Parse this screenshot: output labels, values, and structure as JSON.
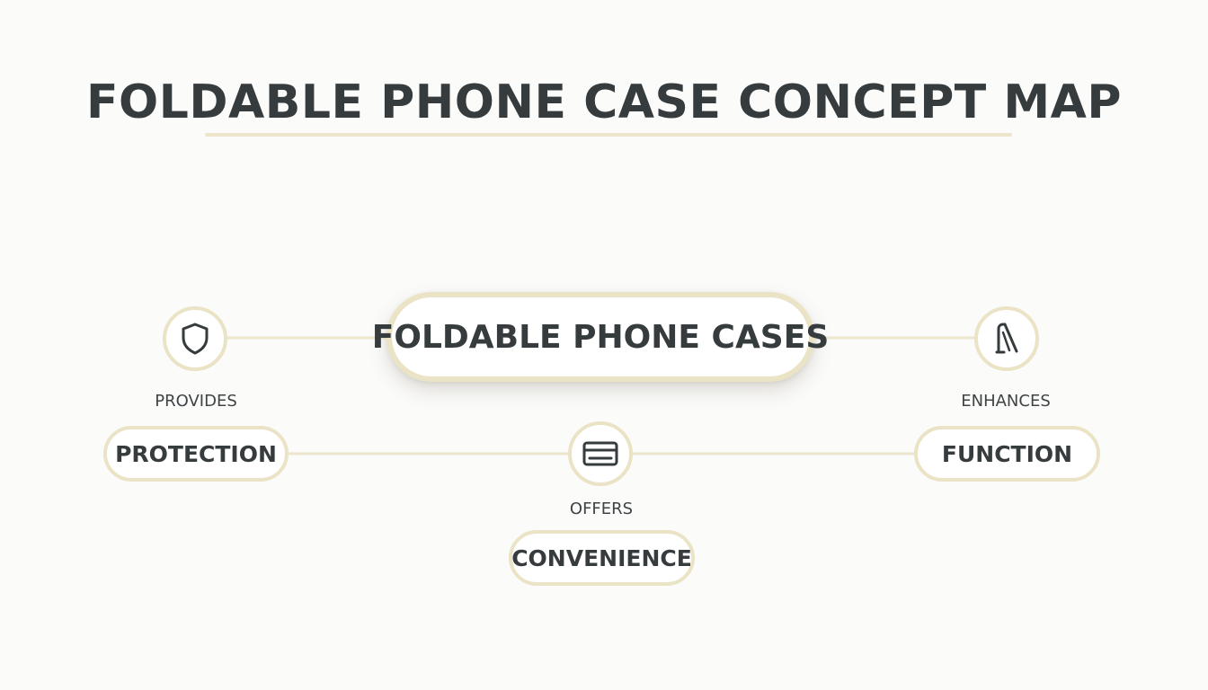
{
  "title": "FOLDABLE PHONE CASE CONCEPT MAP",
  "center_node": {
    "label": "FOLDABLE PHONE CASES"
  },
  "branches": [
    {
      "relation": "PROVIDES",
      "concept": "PROTECTION",
      "icon": "shield-icon"
    },
    {
      "relation": "OFFERS",
      "concept": "CONVENIENCE",
      "icon": "credit-card-icon"
    },
    {
      "relation": "ENHANCES",
      "concept": "FUNCTION",
      "icon": "phone-stand-icon"
    }
  ],
  "colors": {
    "background": "#fbfbfa",
    "text": "#363b3d",
    "accent": "#ebe3c6",
    "connector": "#ece6cf"
  }
}
